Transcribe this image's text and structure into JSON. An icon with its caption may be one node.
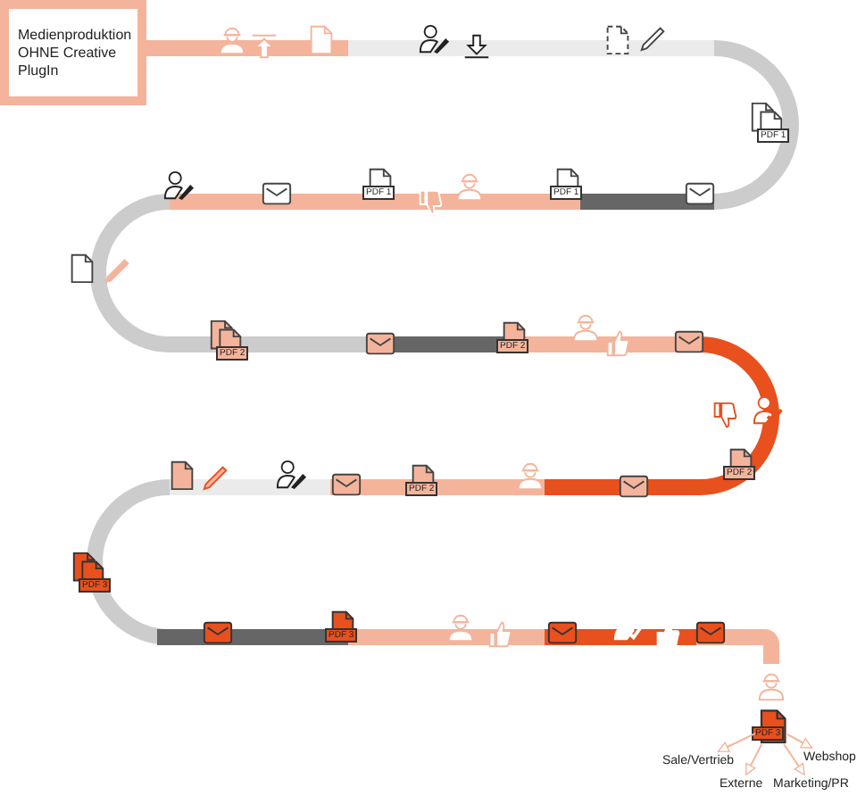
{
  "diagram": {
    "nodes": [
      {
        "text": [
          "Medienproduktion OHNE Creative PlugIn"
        ]
      },
      {
        "text": [
          "PDF 3"
        ]
      },
      {
        "text": [
          "Sale/Vertrieb"
        ]
      },
      {
        "text": [
          "Externe"
        ]
      },
      {
        "text": [
          "Marketing/PR"
        ]
      },
      {
        "text": [
          "Webshop"
        ]
      }
    ],
    "edges": [
      {
        "from": 1,
        "to": 2,
        "arrow": "to"
      },
      {
        "from": 1,
        "to": 3,
        "arrow": "to"
      },
      {
        "from": 1,
        "to": 4,
        "arrow": "to"
      },
      {
        "from": 1,
        "to": 5,
        "arrow": "to"
      }
    ],
    "labels": [
      "PDF 1",
      "PDF 1",
      "PDF 1",
      "PDF 2",
      "PDF 2",
      "PDF 2",
      "PDF 2",
      "PDF 3",
      "PDF 3"
    ]
  }
}
